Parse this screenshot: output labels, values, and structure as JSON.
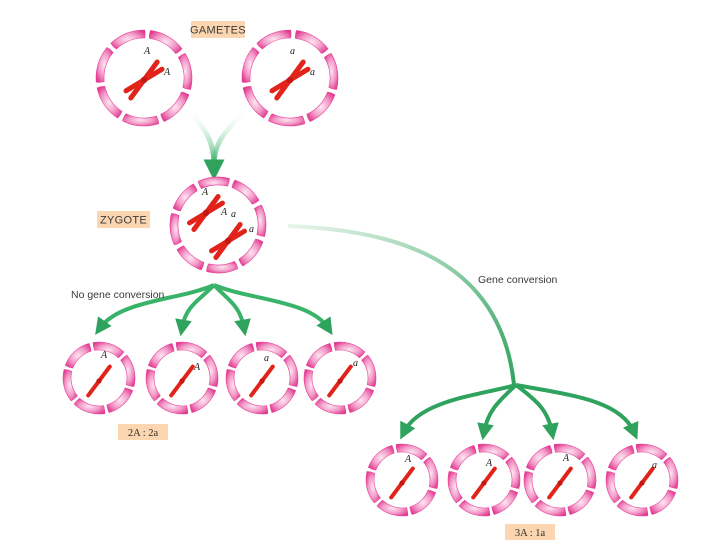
{
  "labels": {
    "gametes": "GAMETES",
    "zygote": "ZYGOTE",
    "no_conversion": "No gene conversion",
    "gene_conversion": "Gene conversion",
    "ratio_no_conversion": "2A : 2a",
    "ratio_conversion": "3A : 1a"
  },
  "gametes": [
    {
      "alleles": [
        "A",
        "A"
      ]
    },
    {
      "alleles": [
        "a",
        "a"
      ]
    }
  ],
  "zygote": {
    "alleles": [
      "A",
      "A",
      "a",
      "a"
    ]
  },
  "no_conversion_products": [
    {
      "allele": "A"
    },
    {
      "allele": "A"
    },
    {
      "allele": "a"
    },
    {
      "allele": "a"
    }
  ],
  "conversion_products": [
    {
      "allele": "A"
    },
    {
      "allele": "A"
    },
    {
      "allele": "A"
    },
    {
      "allele": "a"
    }
  ],
  "colors": {
    "membrane": "#e8409a",
    "membrane_light": "#f6b3d6",
    "chromosome": "#e2231a",
    "arrow": "#3ab36a",
    "arrow_light": "#cde9d4",
    "label_box": "#fbd6b0"
  }
}
